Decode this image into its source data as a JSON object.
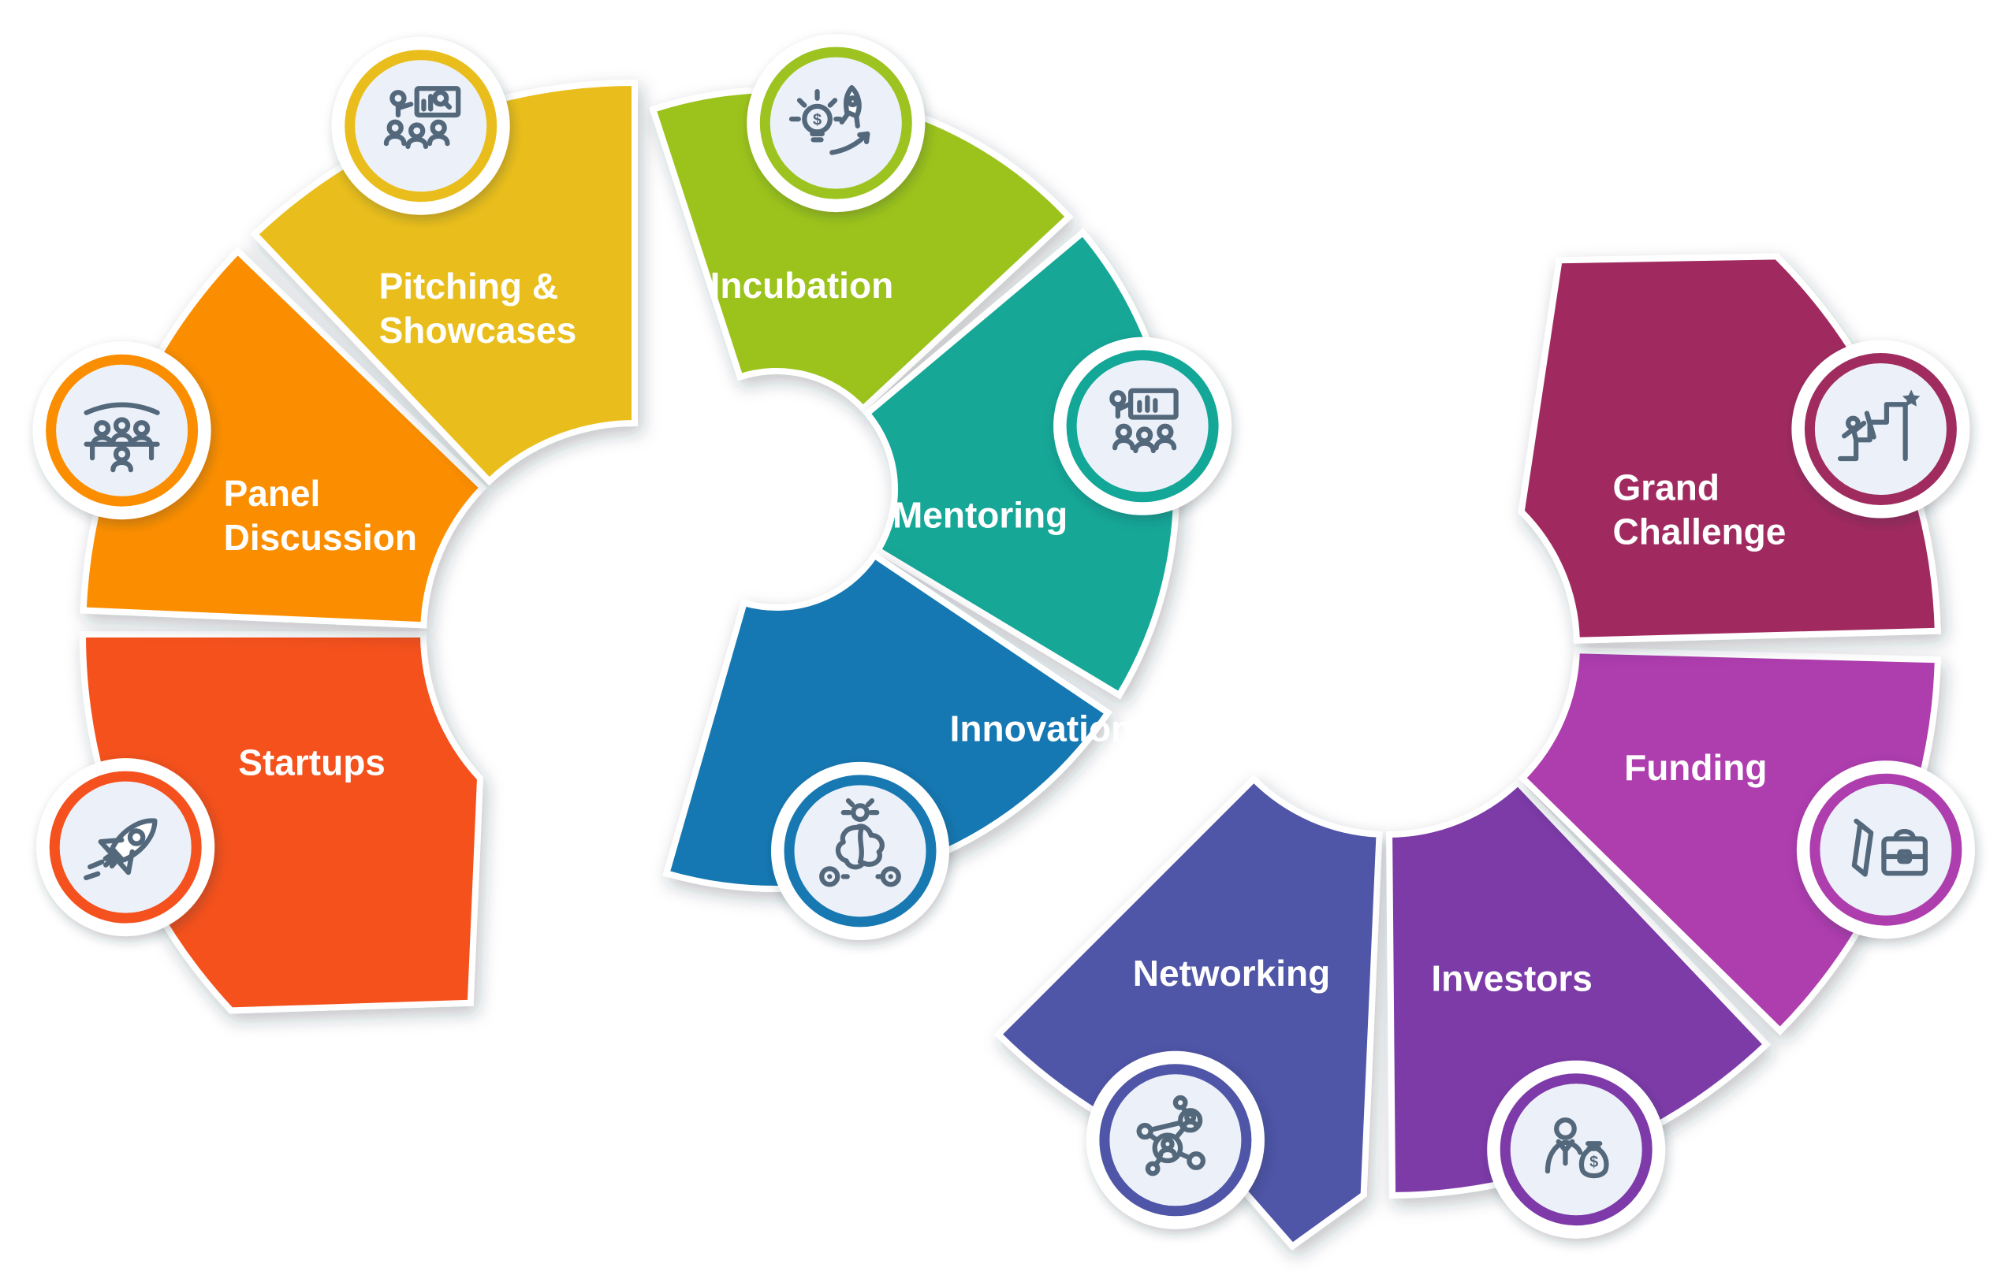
{
  "diagram": {
    "background": "#FFFFFF",
    "icon_badge_fill": "#ECF1F9",
    "icon_stroke_color": "#54687C",
    "segments": [
      {
        "id": "startups",
        "label": [
          "Startups"
        ],
        "color": "#F4511E",
        "icon": "rocket-icon"
      },
      {
        "id": "panel-discussion",
        "label": [
          "Panel",
          "Discussion"
        ],
        "color": "#FB8E00",
        "icon": "panel-discussion-icon"
      },
      {
        "id": "pitching-showcases",
        "label": [
          "Pitching &",
          "Showcases"
        ],
        "color": "#E9BE1C",
        "icon": "presentation-icon"
      },
      {
        "id": "incubation",
        "label": [
          "Incubation"
        ],
        "color": "#9CC31F",
        "icon": "idea-launch-icon"
      },
      {
        "id": "mentoring",
        "label": [
          "Mentoring"
        ],
        "color": "#12A797",
        "icon": "training-icon"
      },
      {
        "id": "innovation",
        "label": [
          "Innovation"
        ],
        "color": "#1878B2",
        "icon": "brain-idea-icon"
      },
      {
        "id": "networking",
        "label": [
          "Networking"
        ],
        "color": "#4F55A7",
        "icon": "network-icon"
      },
      {
        "id": "investors",
        "label": [
          "Investors"
        ],
        "color": "#7D3AA8",
        "icon": "investor-icon"
      },
      {
        "id": "funding",
        "label": [
          "Funding"
        ],
        "color": "#AE3EAE",
        "icon": "briefcase-tie-icon"
      },
      {
        "id": "grand-challenge",
        "label": [
          "Grand",
          "Challenge"
        ],
        "color": "#A02C5F",
        "icon": "mountain-achievement-icon"
      }
    ]
  }
}
